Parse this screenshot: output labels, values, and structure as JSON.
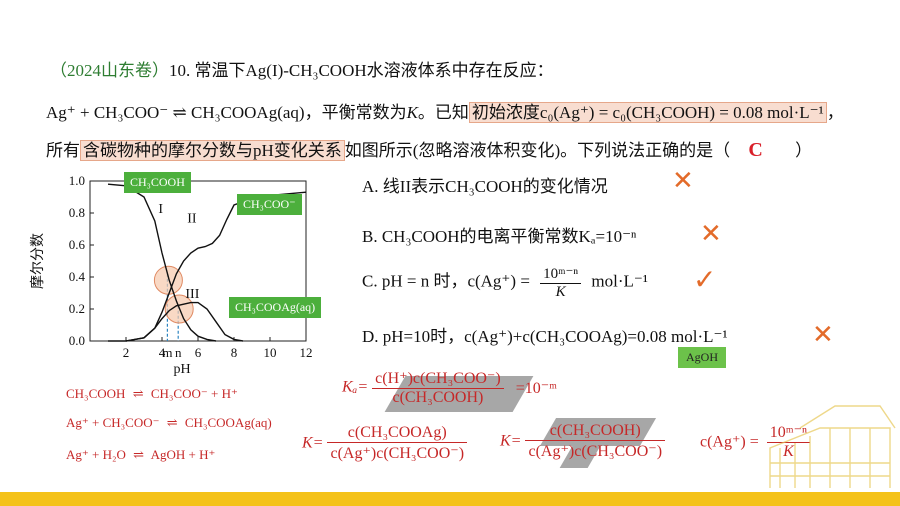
{
  "question": {
    "source": "（2024山东卷）",
    "intro": "10. 常温下Ag(I)-CH₃COOH水溶液体系中存在反应：",
    "reaction_left": "Ag⁺ + CH₃COO⁻ ⇌ CH₃COOAg(aq)，平衡常数为",
    "reaction_K": "K",
    "reaction_mid": "。已知",
    "reaction_hl": "初始浓度c₀(Ag⁺) = c₀(CH₃COOH) = 0.08 mol·L⁻¹",
    "reaction_end": "，",
    "line3_start": "所有",
    "line3_hl": "含碳物种的摩尔分数与pH变化关系",
    "line3_end": "如图所示(忽略溶液体积变化)。下列说法正确的是（",
    "answer": "C",
    "paren_close": "）"
  },
  "options": [
    {
      "text": "A. 线II表示CH₃COOH的变化情况",
      "mark": "✕"
    },
    {
      "text": "B. CH₃COOH的电离平衡常数Kₐ=10⁻ⁿ",
      "mark": "✕"
    },
    {
      "text_pre": "C. pH = n 时，c(Ag⁺) =",
      "frac_num": "10ᵐ⁻ⁿ",
      "frac_den": "K",
      "text_post": "mol·L⁻¹",
      "mark": "✓"
    },
    {
      "text": "D. pH=10时，c(Ag⁺)+c(CH₃COOAg)=0.08 mol·L⁻¹",
      "mark": "✕"
    }
  ],
  "agoh_tag": "AgOH",
  "chart_data": {
    "type": "line",
    "ylabel": "摩尔分数",
    "xlabel": "pH",
    "xlim": [
      0,
      12
    ],
    "ylim": [
      0,
      1.0
    ],
    "x_ticks": [
      "2",
      "4",
      "6",
      "8",
      "10",
      "12"
    ],
    "x_extra_ticks": [
      "m",
      "n"
    ],
    "y_ticks": [
      "0.0",
      "0.2",
      "0.4",
      "0.6",
      "0.8",
      "1.0"
    ],
    "curve_labels": [
      "I",
      "II",
      "III"
    ],
    "tags": [
      "CH₃COOH",
      "CH₃COO⁻",
      "CH₃COOAg(aq)"
    ],
    "series": [
      {
        "x": [
          1,
          2,
          3,
          3.6,
          4,
          4.4,
          4.8,
          5.2,
          5.6,
          6,
          6.5,
          7
        ],
        "values": [
          0.98,
          0.97,
          0.9,
          0.75,
          0.55,
          0.38,
          0.25,
          0.14,
          0.07,
          0.03,
          0.01,
          0.0
        ]
      },
      {
        "x": [
          1,
          2,
          3,
          3.6,
          4,
          4.4,
          4.8,
          5.2,
          5.6,
          6,
          6.4,
          6.8,
          7.2,
          7.6,
          8,
          9,
          10,
          11,
          12
        ],
        "values": [
          0.0,
          0.0,
          0.02,
          0.08,
          0.18,
          0.3,
          0.42,
          0.5,
          0.55,
          0.58,
          0.59,
          0.61,
          0.66,
          0.76,
          0.85,
          0.89,
          0.91,
          0.92,
          0.93
        ]
      },
      {
        "x": [
          2,
          3,
          3.6,
          4,
          4.4,
          4.8,
          5.2,
          5.6,
          6,
          6.5,
          7,
          7.5,
          8,
          8.5
        ],
        "values": [
          0.0,
          0.02,
          0.08,
          0.14,
          0.19,
          0.22,
          0.23,
          0.24,
          0.24,
          0.2,
          0.12,
          0.04,
          0.01,
          0.0
        ]
      }
    ]
  },
  "side_equations": [
    {
      "lhs": "CH₃COOH",
      "arrow": "⇌",
      "rhs": "CH₃COO⁻ + H⁺"
    },
    {
      "lhs": "Ag⁺ + CH₃COO⁻",
      "arrow": "⇌",
      "rhs": "CH₃COOAg(aq)"
    },
    {
      "lhs": "Ag⁺ + H₂O",
      "arrow": "⇌",
      "rhs": "AgOH + H⁺"
    }
  ],
  "formulas": {
    "ka_lhs": "Kₐ=",
    "ka_num": "c(H⁺)c(CH₃COO⁻)",
    "ka_den": "c(CH₃COOH)",
    "ka_rhs": "=10⁻ᵐ",
    "k1_lhs": "K=",
    "k1_num": "c(CH₃COOAg)",
    "k1_den": "c(Ag⁺)c(CH₃COO⁻)",
    "k2_lhs": "K=",
    "k2_num": "c(CH₃COOH)",
    "k2_den": "c(Ag⁺)c(CH₃COO⁻)",
    "cag_lhs": "c(Ag⁺) =",
    "cag_num": "10ᵐ⁻ⁿ",
    "cag_den": "K"
  },
  "colors": {
    "accent_red": "#c62828",
    "highlight": "#f8ddd0",
    "tag_green": "#4caf3c",
    "mark_orange": "#e36b2a",
    "bar_yellow": "#f4c21a"
  }
}
